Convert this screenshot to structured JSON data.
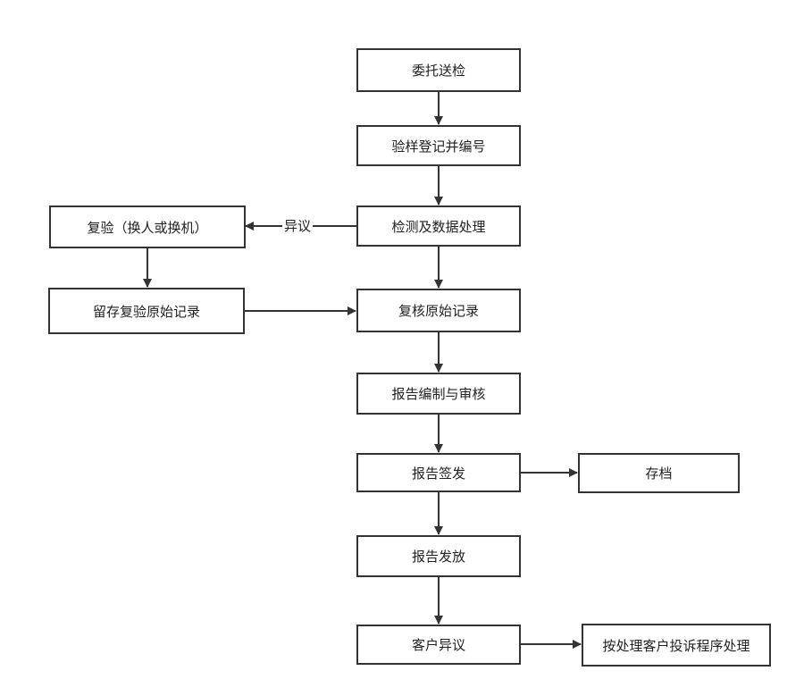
{
  "nodes": {
    "n1": "委托送检",
    "n2": "验样登记并编号",
    "n3": "检测及数据处理",
    "n4": "复核原始记录",
    "n5": "报告编制与审核",
    "n6": "报告签发",
    "n7": "报告发放",
    "n8": "客户异议",
    "recheck": "复验（换人或换机）",
    "keep_record": "留存复验原始记录",
    "archive": "存档",
    "complaint": "按处理客户投诉程序处理"
  },
  "edge_labels": {
    "dispute": "异议"
  }
}
